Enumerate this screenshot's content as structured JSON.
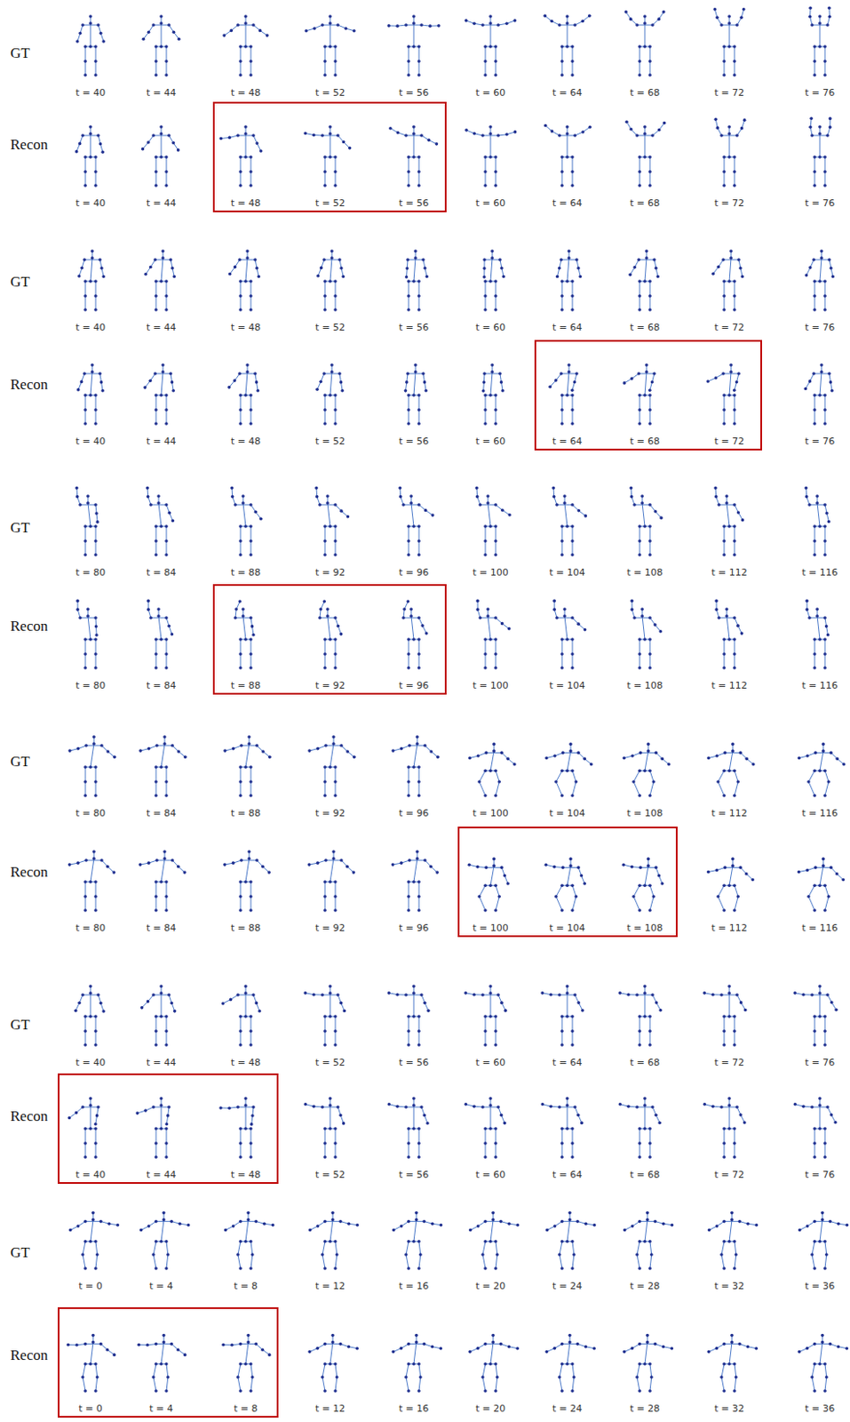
{
  "diagram": {
    "nodes": [
      {
        "text": [
          "t = 48",
          "t = 52",
          "t = 56"
        ]
      },
      {
        "text": [
          "t = 64",
          "t = 68",
          "t = 72"
        ]
      },
      {
        "text": [
          "t = 88",
          "t = 92",
          "t = 96"
        ]
      },
      {
        "text": [
          "t = 100",
          "t = 104",
          "t = 108"
        ]
      },
      {
        "text": [
          "t = 40",
          "t = 44",
          "t = 48"
        ]
      },
      {
        "text": [
          "t = 0",
          "t = 4",
          "t = 8"
        ]
      }
    ],
    "labels": [
      "GT",
      "t = 40",
      "t = 44",
      "t = 48",
      "t = 52",
      "t = 56",
      "t = 60",
      "t = 64",
      "t = 68",
      "t = 72",
      "t = 76",
      "Recon",
      "t = 40",
      "t = 44",
      "t = 60",
      "t = 64",
      "t = 68",
      "t = 72",
      "t = 76",
      "GT",
      "t = 40",
      "t = 44",
      "t = 48",
      "t = 52",
      "t = 56",
      "t = 60",
      "t = 64",
      "t = 68",
      "t = 72",
      "t = 76",
      "Recon",
      "t = 40",
      "t = 44",
      "t = 48",
      "t = 52",
      "t = 56",
      "t = 60",
      "t = 76",
      "GT",
      "t = 80",
      "t = 84",
      "t = 88",
      "t = 92",
      "t = 96",
      "t = 100",
      "t = 104",
      "t = 108",
      "t = 112",
      "t = 116",
      "Recon",
      "t = 80",
      "t = 84",
      "t = 100",
      "t = 104",
      "t = 108",
      "t = 112",
      "t = 116",
      "GT",
      "t = 80",
      "t = 84",
      "t = 88",
      "t = 92",
      "t = 96",
      "t = 100",
      "t = 104",
      "t = 108",
      "t = 112",
      "t = 116",
      "Recon",
      "t = 80",
      "t = 84",
      "t = 88",
      "t = 92",
      "t = 96",
      "t = 112",
      "t = 116",
      "GT",
      "t = 40",
      "t = 44",
      "t = 48",
      "t = 52",
      "t = 56",
      "t = 60",
      "t = 64",
      "t = 68",
      "t = 72",
      "t = 76",
      "Recon",
      "t = 52",
      "t = 56",
      "t = 60",
      "t = 64",
      "t = 68",
      "t = 72",
      "t = 76",
      "GT",
      "t = 0",
      "t = 4",
      "t = 8",
      "t = 12",
      "t = 16",
      "t = 20",
      "t = 24",
      "t = 28",
      "t = 32",
      "t = 36",
      "Recon",
      "t = 12",
      "t = 16",
      "t = 20",
      "t = 24",
      "t = 28",
      "t = 32",
      "t = 36"
    ]
  }
}
